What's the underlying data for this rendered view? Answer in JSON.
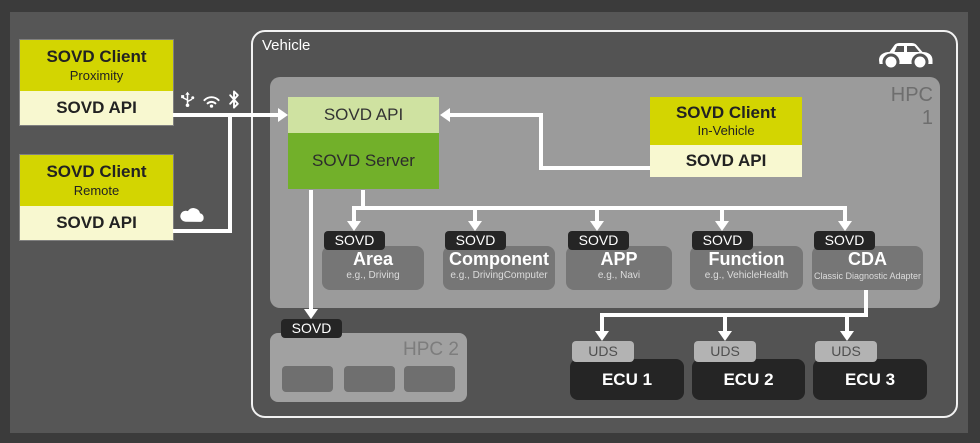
{
  "colors": {
    "yellow": "#d3d501",
    "light_yellow": "#f8f8d0",
    "light_green": "#cfe2a1",
    "green": "#72b02a",
    "hpc_gray": "#9b9b9b",
    "entity_gray": "#767676",
    "dark_badge": "#252525",
    "uds_badge": "#b3b3b3",
    "connector": "#ffffff"
  },
  "clients": {
    "proximity": {
      "title": "SOVD Client",
      "subtitle": "Proximity",
      "api": "SOVD API"
    },
    "remote": {
      "title": "SOVD Client",
      "subtitle": "Remote",
      "api": "SOVD API"
    }
  },
  "vehicle": {
    "label": "Vehicle"
  },
  "hpc1": {
    "label": "HPC 1",
    "server": {
      "api": "SOVD API",
      "name": "SOVD Server"
    },
    "client": {
      "title": "SOVD Client",
      "subtitle": "In-Vehicle",
      "api": "SOVD API"
    },
    "entities": [
      {
        "badge": "SOVD",
        "title": "Area",
        "subtitle": "e.g., Driving"
      },
      {
        "badge": "SOVD",
        "title": "Component",
        "subtitle": "e.g., DrivingComputer"
      },
      {
        "badge": "SOVD",
        "title": "APP",
        "subtitle": "e.g., Navi"
      },
      {
        "badge": "SOVD",
        "title": "Function",
        "subtitle": "e.g., VehicleHealth"
      },
      {
        "badge": "SOVD",
        "title": "CDA",
        "subtitle": "Classic Diagnostic Adapter"
      }
    ]
  },
  "hpc2": {
    "label": "HPC 2",
    "badge": "SOVD"
  },
  "ecus": [
    {
      "badge": "UDS",
      "label": "ECU 1"
    },
    {
      "badge": "UDS",
      "label": "ECU 2"
    },
    {
      "badge": "UDS",
      "label": "ECU 3"
    }
  ],
  "icons": {
    "connectivity": [
      "usb-icon",
      "wifi-icon",
      "bluetooth-icon"
    ],
    "remote_link": "cloud-icon",
    "vehicle_icon": "car-icon"
  }
}
